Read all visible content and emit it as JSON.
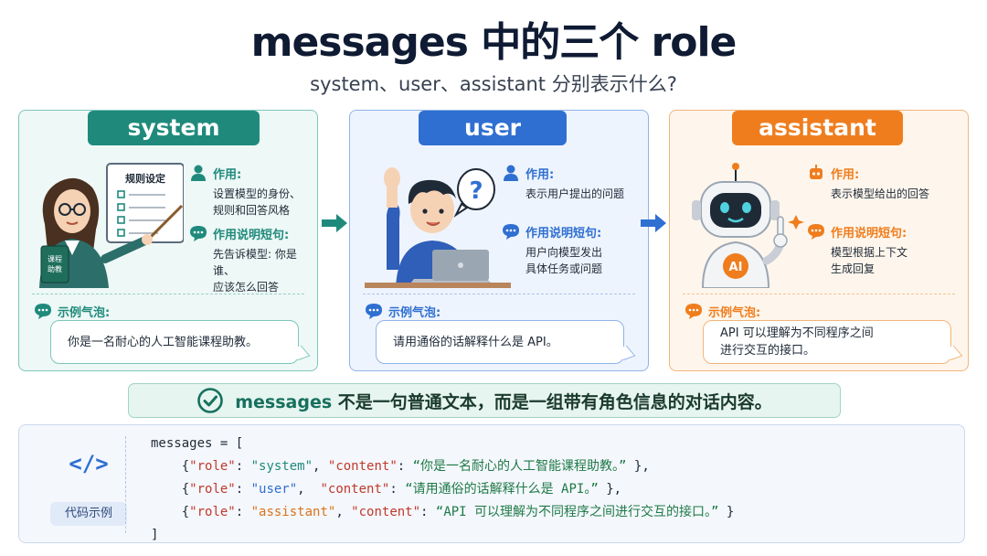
{
  "title": "messages 中的三个 role",
  "subtitle": "system、user、assistant 分别表示什么?",
  "cards": {
    "system": {
      "name": "system",
      "board_label": "规则设定",
      "book_label_1": "课程",
      "book_label_2": "助教",
      "role_heading": "作用:",
      "role_text_1": "设置模型的身份、",
      "role_text_2": "规则和回答风格",
      "short_heading": "作用说明短句:",
      "short_text_1": "先告诉模型: 你是谁、",
      "short_text_2": "应该怎么回答",
      "example_heading": "示例气泡:",
      "example_text": "你是一名耐心的人工智能课程助教。"
    },
    "user": {
      "name": "user",
      "role_heading": "作用:",
      "role_text_1": "表示用户提出的问题",
      "short_heading": "作用说明短句:",
      "short_text_1": "用户向模型发出",
      "short_text_2": "具体任务或问题",
      "example_heading": "示例气泡:",
      "example_text": "请用通俗的话解释什么是 API。"
    },
    "assistant": {
      "name": "assistant",
      "robot_badge": "AI",
      "role_heading": "作用:",
      "role_text_1": "表示模型给出的回答",
      "short_heading": "作用说明短句:",
      "short_text_1": "模型根据上下文",
      "short_text_2": "生成回复",
      "example_heading": "示例气泡:",
      "example_text_1": "API 可以理解为不同程序之间",
      "example_text_2": "进行交互的接口。"
    }
  },
  "banner": {
    "keyword": "messages",
    "text": " 不是一句普通文本，而是一组带有角色信息的对话内容。"
  },
  "code": {
    "icon_glyph": "</>",
    "tag": "代码示例",
    "line1": "messages = [",
    "open": "{",
    "close": "}",
    "key_role": "\"role\"",
    "key_content": "\"content\"",
    "val_system": "\"system\"",
    "val_user": "\"user\"",
    "val_assistant": "\"assistant\"",
    "content_system": "“你是一名耐心的人工智能课程助教。”",
    "content_user": "“请用通俗的话解释什么是 API。”",
    "content_assistant": "“API 可以理解为不同程序之间进行交互的接口。”",
    "end": "]"
  },
  "colors": {
    "system": "#1f8a7c",
    "user": "#2f6fd1",
    "assistant": "#ef7d1e"
  }
}
